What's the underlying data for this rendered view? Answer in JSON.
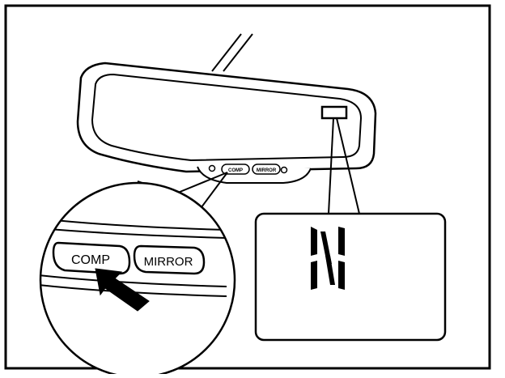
{
  "figure": {
    "buttons": {
      "comp_label": "COMP",
      "mirror_label": "MIRROR",
      "small_comp_label": "COMP",
      "small_mirror_label": "MIRROR"
    },
    "compass_display": {
      "heading": "N"
    },
    "colors": {
      "line": "#000000",
      "fill": "#ffffff"
    }
  }
}
